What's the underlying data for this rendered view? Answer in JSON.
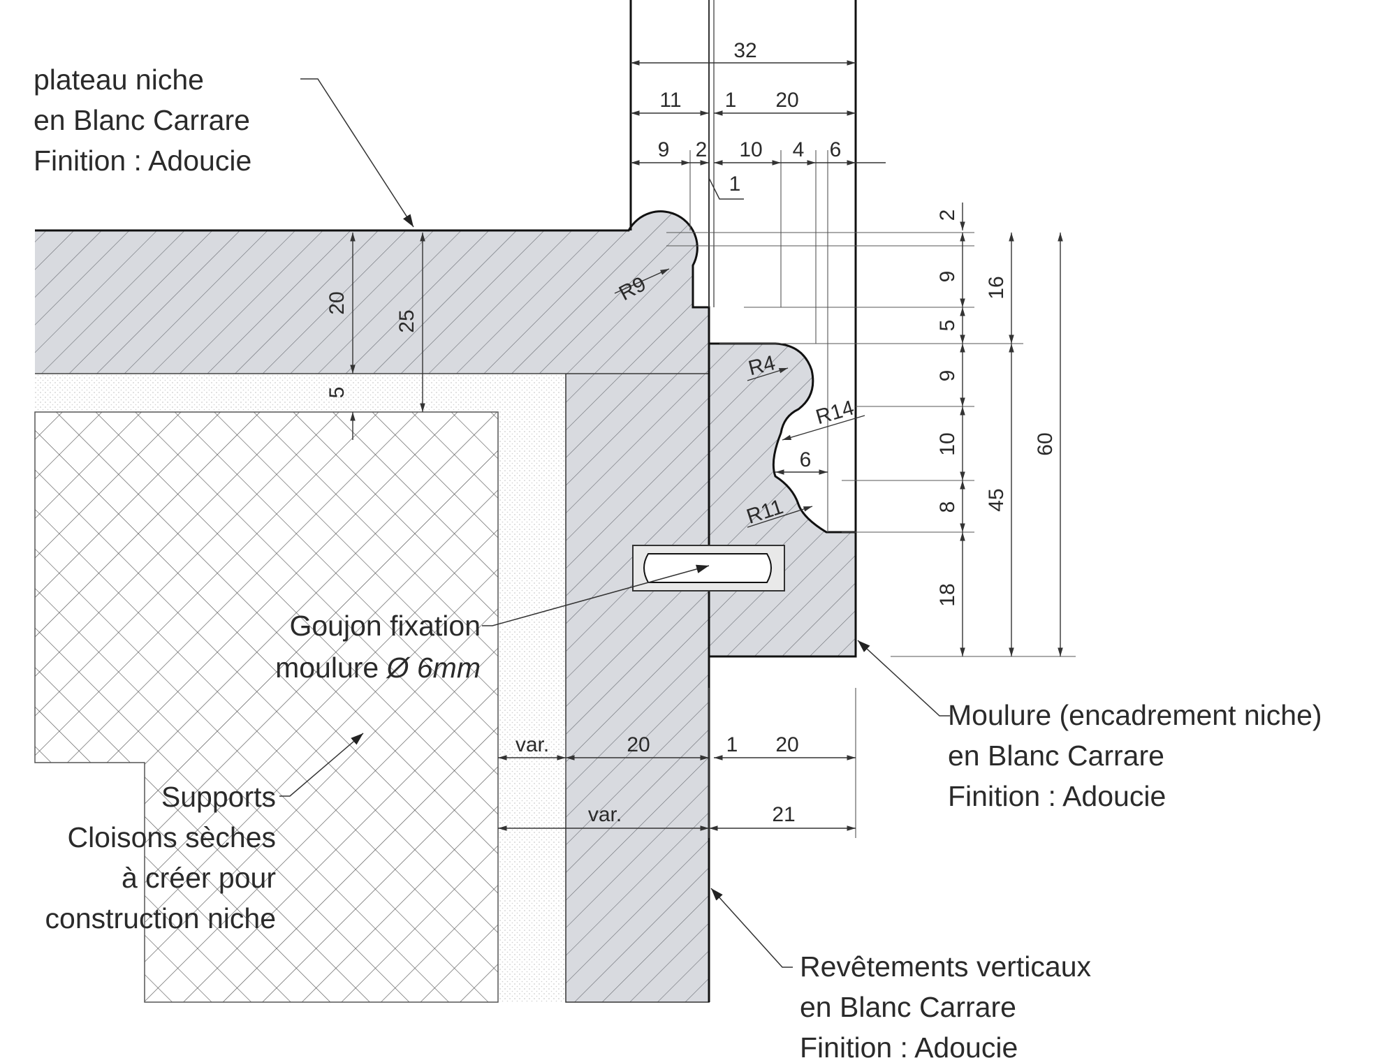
{
  "annotations": {
    "plateau": [
      "plateau niche",
      "en Blanc Carrare",
      "Finition : Adoucie"
    ],
    "moulure": [
      "Moulure (encadrement niche)",
      "en Blanc Carrare",
      "Finition : Adoucie"
    ],
    "revetements": [
      "Revêtements verticaux",
      "en Blanc Carrare",
      "Finition : Adoucie"
    ],
    "goujon": [
      "Goujon fixation",
      "moulure ",
      "Ø 6mm"
    ],
    "supports": [
      "Supports",
      "Cloisons sèches",
      "à créer pour",
      "construction niche"
    ]
  },
  "dimensions": {
    "top_total": "32",
    "top_a": "11",
    "top_b": "1",
    "top_c": "20",
    "top_d": "9",
    "top_e": "2",
    "top_f": "10",
    "top_g": "4",
    "top_h": "6",
    "top_i": "1",
    "right_a": "2",
    "right_b": "9",
    "right_c": "5",
    "right_d": "9",
    "right_e": "10",
    "right_f": "8",
    "right_g": "18",
    "right_h": "16",
    "right_i": "45",
    "right_total": "60",
    "slab_20": "20",
    "slab_25": "25",
    "slab_5": "5",
    "radius_r9": "R9",
    "radius_r4": "R4",
    "radius_r14": "R14",
    "radius_r11": "R11",
    "profile_6": "6",
    "bottom_var1": "var.",
    "bottom_20a": "20",
    "bottom_1": "1",
    "bottom_20b": "20",
    "bottom_var2": "var.",
    "bottom_21": "21"
  },
  "colors": {
    "marble": "#d8dadf",
    "stroke": "#111111",
    "text": "#2a2a2a"
  }
}
